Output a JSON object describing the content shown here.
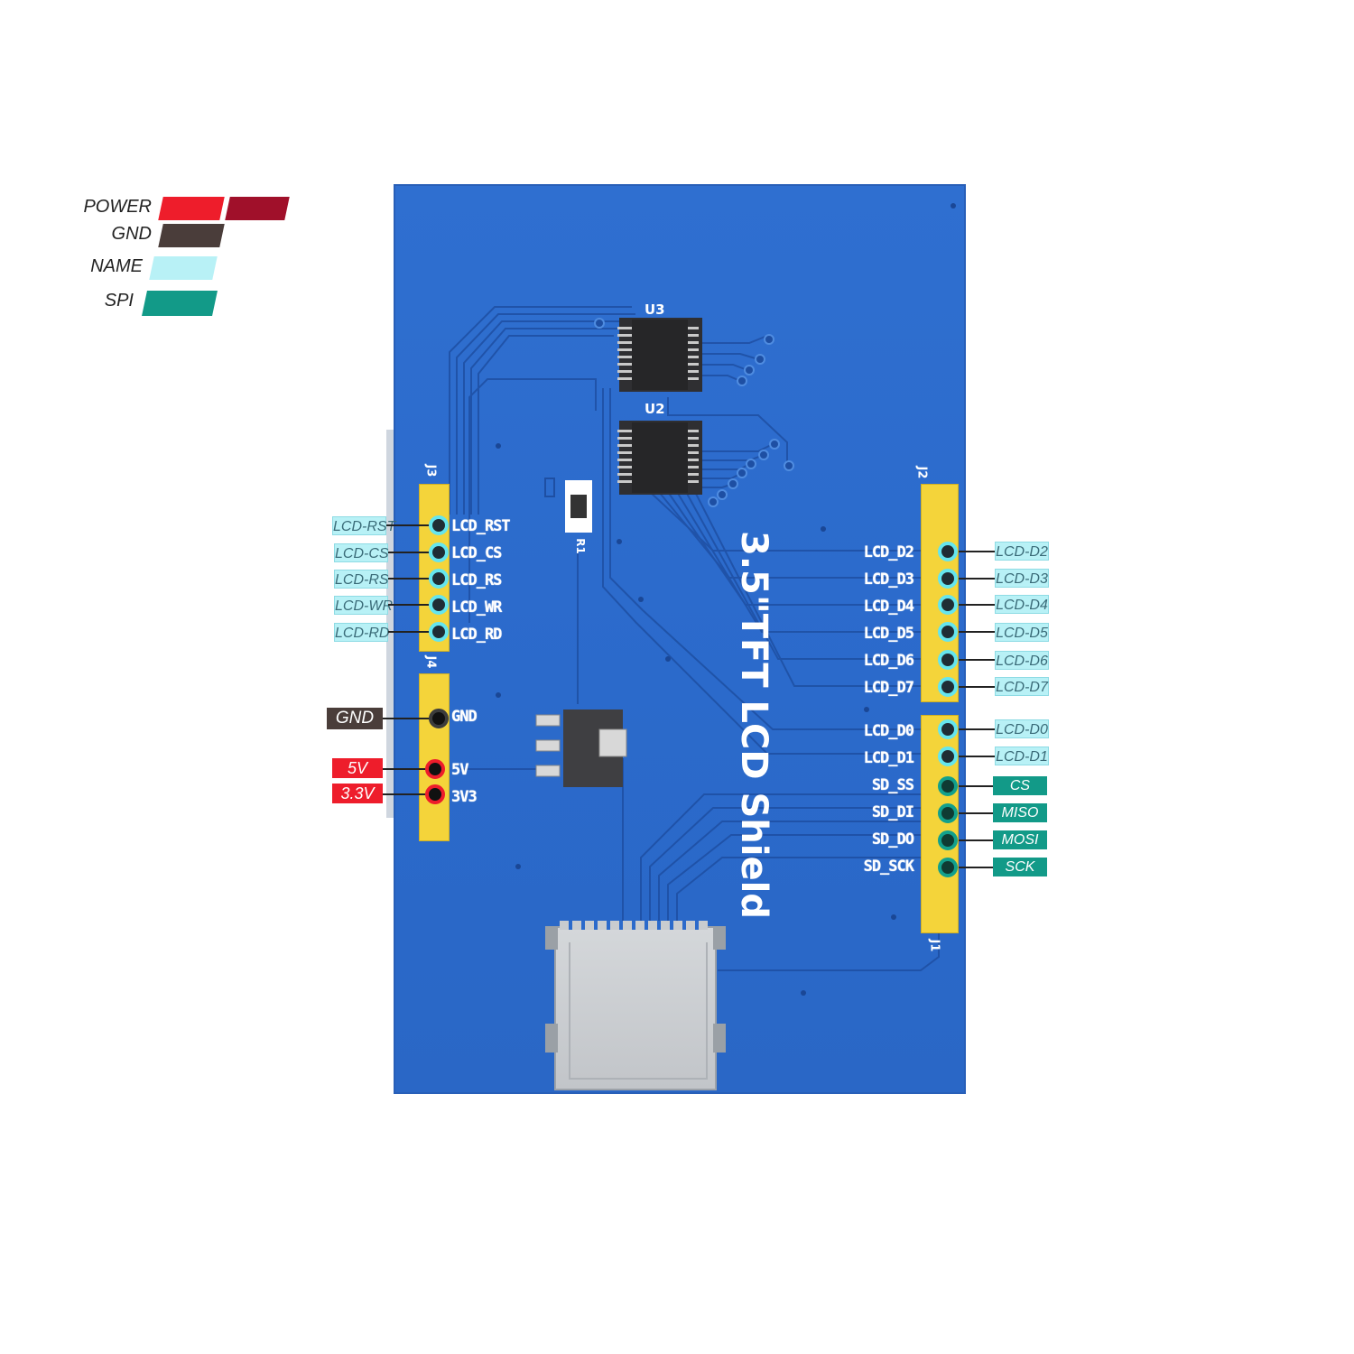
{
  "legend": {
    "items": [
      {
        "label": "POWER",
        "colors": [
          "#ee1d2b",
          "#a0102a"
        ]
      },
      {
        "label": "GND",
        "colors": [
          "#4a3d3a"
        ]
      },
      {
        "label": "NAME",
        "colors": [
          "#b8f1f6"
        ]
      },
      {
        "label": "SPI",
        "colors": [
          "#129a88"
        ]
      }
    ]
  },
  "board": {
    "title": "3.5\"TFT LCD Shield",
    "chips": {
      "u3": "U3",
      "u2": "U2",
      "r1": "R1"
    },
    "headers": {
      "j3": "J3",
      "j4": "J4",
      "j2": "J2",
      "j1": "J1"
    }
  },
  "left_pins": {
    "silk": [
      "LCD_RST",
      "LCD_CS",
      "LCD_RS",
      "LCD_WR",
      "LCD_RD"
    ],
    "tags": [
      "LCD-RST",
      "LCD-CS",
      "LCD-RS",
      "LCD-WR",
      "LCD-RD"
    ]
  },
  "power_pins": {
    "silk": [
      "GND",
      "5V",
      "3V3"
    ],
    "tags": [
      "GND",
      "5V",
      "3.3V"
    ]
  },
  "right_pins_top": {
    "silk": [
      "LCD_D2",
      "LCD_D3",
      "LCD_D4",
      "LCD_D5",
      "LCD_D6",
      "LCD_D7"
    ],
    "tags": [
      "LCD-D2",
      "LCD-D3",
      "LCD-D4",
      "LCD-D5",
      "LCD-D6",
      "LCD-D7"
    ]
  },
  "right_pins_bottom": {
    "silk": [
      "LCD_D0",
      "LCD_D1",
      "SD_SS",
      "SD_DI",
      "SD_DO",
      "SD_SCK"
    ],
    "tags": [
      "LCD-D0",
      "LCD-D1",
      "CS",
      "MISO",
      "MOSI",
      "SCK"
    ]
  },
  "colors": {
    "board": "#2b6acb",
    "header": "#f4d43a",
    "name": "#65e5ee",
    "spi": "#12a08c",
    "power": "#ee1d2b",
    "gnd": "#4a3d3a"
  }
}
